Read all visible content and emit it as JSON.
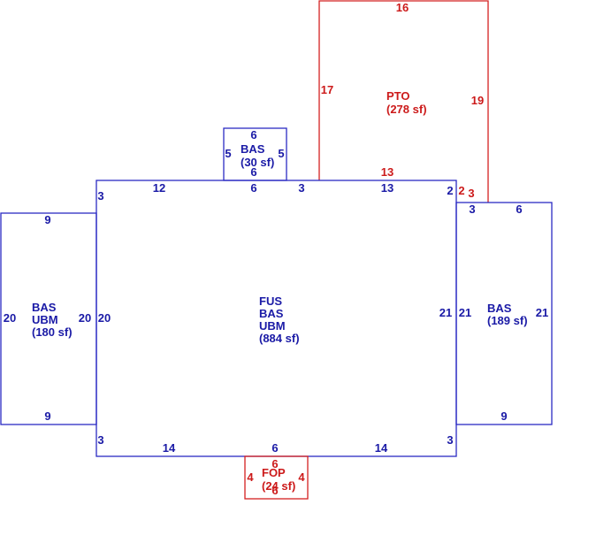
{
  "colors": {
    "building": "#1a1aa6",
    "improvement": "#cc1a1a"
  },
  "areas": {
    "pto": {
      "lines": [
        "PTO",
        "(278 sf)"
      ]
    },
    "bas_small": {
      "lines": [
        "BAS",
        "(30 sf)"
      ]
    },
    "bas_left": {
      "lines": [
        "BAS",
        "UBM",
        "(180 sf)"
      ]
    },
    "main": {
      "lines": [
        "FUS",
        "BAS",
        "UBM",
        "(884 sf)"
      ]
    },
    "bas_right": {
      "lines": [
        "BAS",
        "(189 sf)"
      ]
    },
    "fop": {
      "lines": [
        "FOP",
        "(24 sf)"
      ]
    }
  },
  "dims": {
    "pto_top": "16",
    "pto_left": "17",
    "pto_right": "19",
    "pto_bottom": "13",
    "pto_r2": "2",
    "pto_r3": "3",
    "bs_top": "6",
    "bs_left": "5",
    "bs_right": "5",
    "bs_bottom": "6",
    "m_top_left": "12",
    "m_top_mid": "6",
    "m_top_3": "3",
    "m_top_right": "13",
    "m_top_2": "2",
    "m_left_top": "3",
    "m_left": "20",
    "m_left_bottom": "3",
    "m_right": "21",
    "m_right_bottom": "3",
    "m_bottom_left": "14",
    "m_bottom_mid": "6",
    "m_bottom_right": "14",
    "bl_top": "9",
    "bl_left": "20",
    "bl_right": "20",
    "bl_bottom": "9",
    "br_top_3": "3",
    "br_top": "6",
    "br_left": "21",
    "br_right": "21",
    "br_bottom": "9",
    "fop_top": "6",
    "fop_left": "4",
    "fop_right": "4",
    "fop_bottom": "6"
  }
}
